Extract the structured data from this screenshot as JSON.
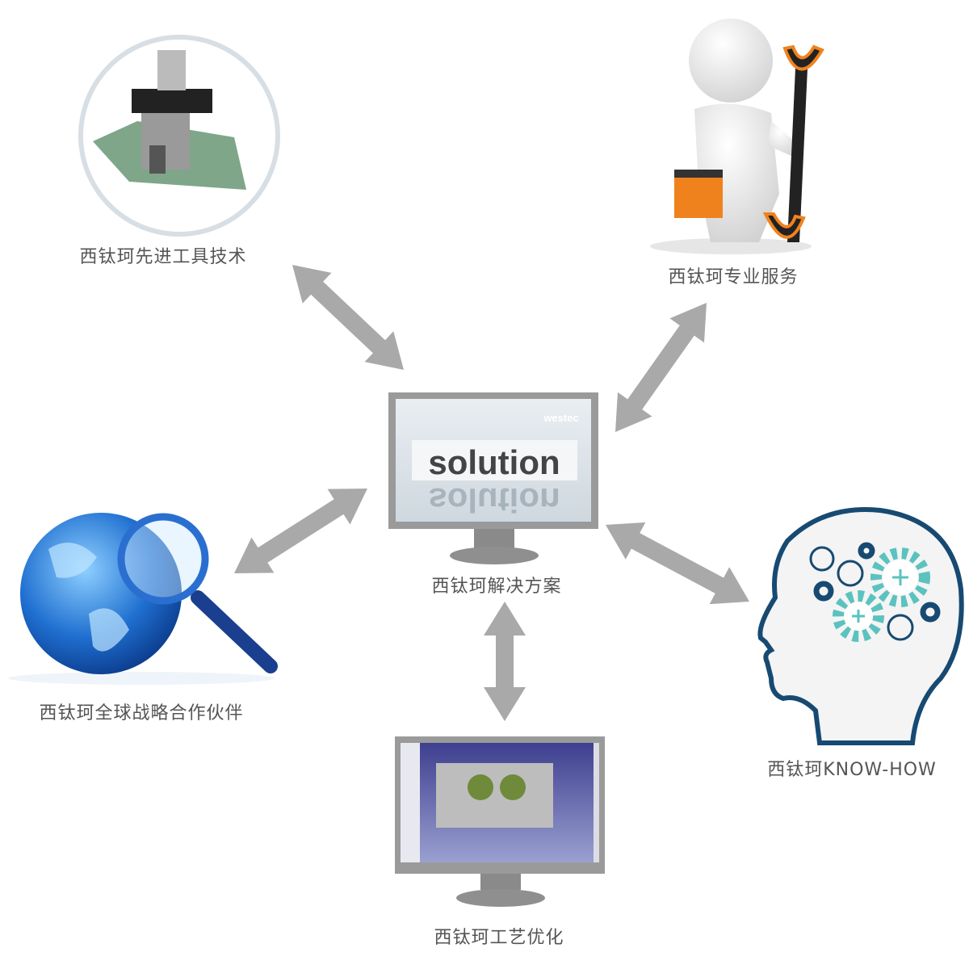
{
  "colors": {
    "arrow": "#a9a9a9",
    "label": "#555555",
    "head_outline": "#174a72",
    "gear_teal": "#5bc2bf",
    "wrench_orange": "#f0821e"
  },
  "center": {
    "label": "西钛珂解决方案",
    "screen_word": "solution",
    "screen_logo": "westec"
  },
  "nodes": {
    "tools": {
      "label": "西钛珂先进工具技术"
    },
    "service": {
      "label": "西钛珂专业服务"
    },
    "partners": {
      "label": "西钛珂全球战略合作伙伴"
    },
    "knowhow": {
      "label": "西钛珂KNOW-HOW"
    },
    "process": {
      "label": "西钛珂工艺优化"
    }
  }
}
